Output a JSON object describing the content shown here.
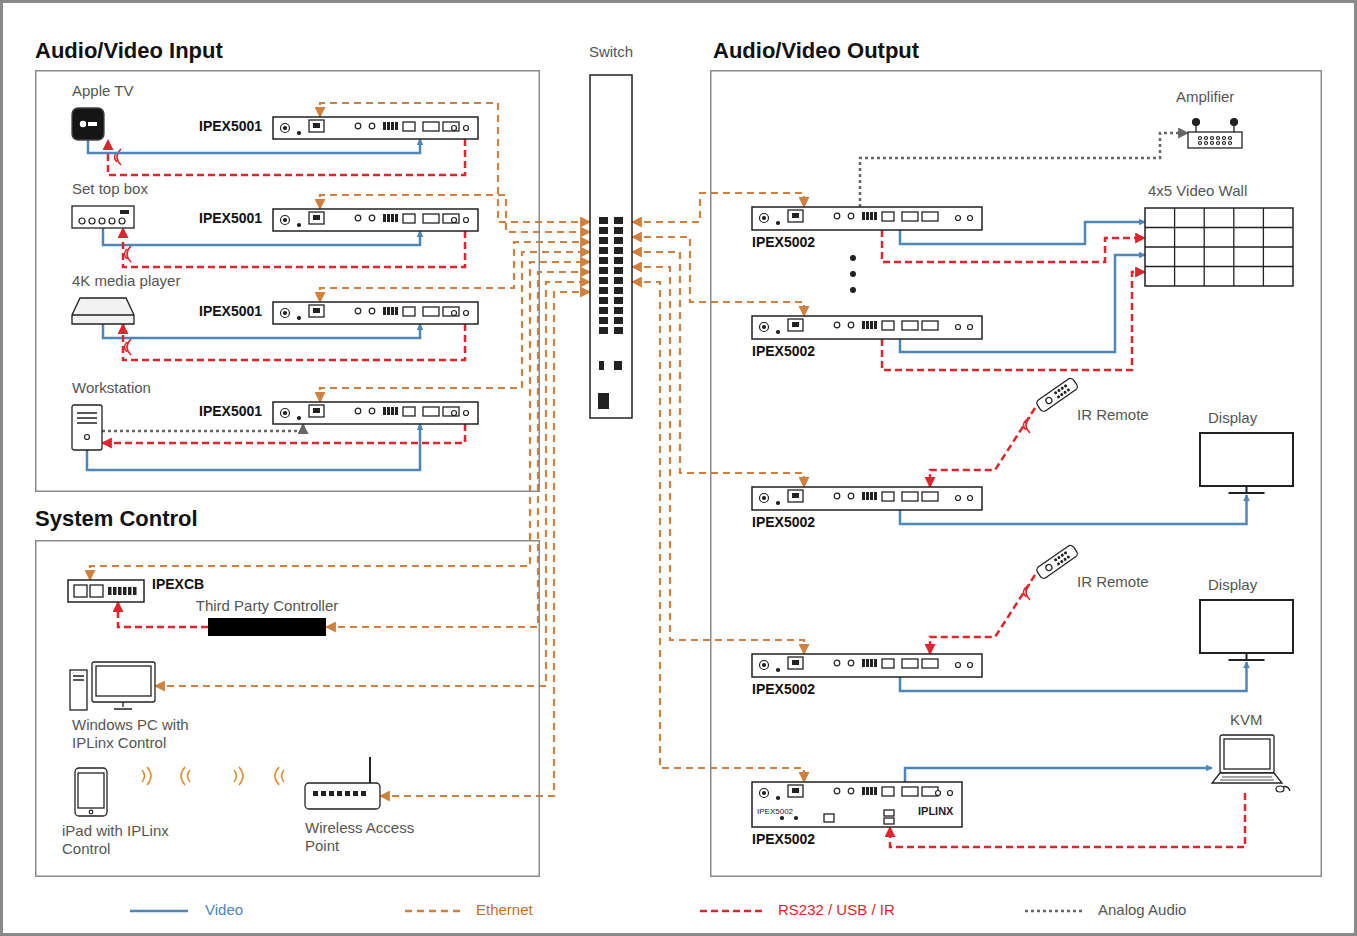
{
  "diagram": {
    "nodes": [
      {
        "text": [
          "Audio/Video Input"
        ]
      },
      {
        "text": [
          "Apple TV"
        ],
        "in": 0
      },
      {
        "text": [
          "IPEX5001"
        ],
        "in": 0
      },
      {
        "text": [
          "Set top box"
        ],
        "in": 0
      },
      {
        "text": [
          "IPEX5001"
        ],
        "in": 0
      },
      {
        "text": [
          "4K media player"
        ],
        "in": 0
      },
      {
        "text": [
          "IPEX5001"
        ],
        "in": 0
      },
      {
        "text": [
          "Workstation"
        ],
        "in": 0
      },
      {
        "text": [
          "IPEX5001"
        ],
        "in": 0
      },
      {
        "text": [
          "System Control"
        ]
      },
      {
        "text": [
          "IPEXCB"
        ],
        "in": 9
      },
      {
        "text": [
          "Third Party Controller"
        ],
        "in": 9
      },
      {
        "text": [
          "Windows PC with IPLinx Control"
        ],
        "in": 9
      },
      {
        "text": [
          "iPad with IPLinx Control"
        ],
        "in": 9
      },
      {
        "text": [
          "Wireless Access Point"
        ],
        "in": 9
      },
      {
        "text": [
          "Switch"
        ]
      },
      {
        "text": [
          "Audio/Video Output"
        ]
      },
      {
        "text": [
          "Amplifier"
        ],
        "in": 16
      },
      {
        "text": [
          "IPEX5002"
        ],
        "in": 16
      },
      {
        "text": [
          "IPEX5002"
        ],
        "in": 16
      },
      {
        "text": [
          "4x5 Video Wall"
        ],
        "in": 16
      },
      {
        "text": [
          "IPEX5002"
        ],
        "in": 16
      },
      {
        "text": [
          "IR Remote"
        ],
        "in": 16
      },
      {
        "text": [
          "Display"
        ],
        "in": 16
      },
      {
        "text": [
          "IPEX5002"
        ],
        "in": 16
      },
      {
        "text": [
          "IR Remote"
        ],
        "in": 16
      },
      {
        "text": [
          "Display"
        ],
        "in": 16
      },
      {
        "text": [
          "IPEX5002"
        ],
        "in": 16
      },
      {
        "text": [
          "KVM"
        ],
        "in": 16
      }
    ],
    "edges": [
      {
        "from": 1,
        "to": 2,
        "arrow": "to"
      },
      {
        "from": 2,
        "to": 1,
        "arrow": "to"
      },
      {
        "from": 3,
        "to": 4,
        "arrow": "to"
      },
      {
        "from": 4,
        "to": 3,
        "arrow": "to"
      },
      {
        "from": 5,
        "to": 6,
        "arrow": "to"
      },
      {
        "from": 6,
        "to": 5,
        "arrow": "to"
      },
      {
        "from": 7,
        "to": 8,
        "arrow": "to"
      },
      {
        "from": 7,
        "to": 8,
        "arrow": "to"
      },
      {
        "from": 8,
        "to": 7,
        "arrow": "to"
      },
      {
        "from": 11,
        "to": 10,
        "arrow": "to"
      },
      {
        "from": 2,
        "to": 15,
        "arrow": "both"
      },
      {
        "from": 4,
        "to": 15,
        "arrow": "both"
      },
      {
        "from": 6,
        "to": 15,
        "arrow": "both"
      },
      {
        "from": 8,
        "to": 15,
        "arrow": "both"
      },
      {
        "from": 10,
        "to": 15,
        "arrow": "both"
      },
      {
        "from": 11,
        "to": 15,
        "arrow": "both"
      },
      {
        "from": 12,
        "to": 15,
        "arrow": "both"
      },
      {
        "from": 14,
        "to": 15,
        "arrow": "both"
      },
      {
        "from": 15,
        "to": 18,
        "arrow": "both"
      },
      {
        "from": 15,
        "to": 19,
        "arrow": "both"
      },
      {
        "from": 15,
        "to": 21,
        "arrow": "both"
      },
      {
        "from": 15,
        "to": 24,
        "arrow": "both"
      },
      {
        "from": 15,
        "to": 27,
        "arrow": "both"
      },
      {
        "from": 18,
        "to": 17,
        "arrow": "to"
      },
      {
        "from": 18,
        "to": 20,
        "arrow": "to"
      },
      {
        "from": 18,
        "to": 20,
        "arrow": "to"
      },
      {
        "from": 19,
        "to": 20,
        "arrow": "to"
      },
      {
        "from": 19,
        "to": 20,
        "arrow": "to"
      },
      {
        "from": 22,
        "to": 21,
        "arrow": "to"
      },
      {
        "from": 21,
        "to": 23,
        "arrow": "to"
      },
      {
        "from": 25,
        "to": 24,
        "arrow": "to"
      },
      {
        "from": 24,
        "to": 26,
        "arrow": "to"
      },
      {
        "from": 27,
        "to": 28,
        "arrow": "to"
      },
      {
        "from": 28,
        "to": 27,
        "arrow": "to"
      }
    ],
    "labels": [
      "IPEX5002",
      "IPLINX"
    ],
    "legend": [
      {
        "text": "Video"
      },
      {
        "text": "Ethernet"
      },
      {
        "text": "RS232 / USB / IR"
      },
      {
        "text": "Analog Audio"
      }
    ]
  }
}
